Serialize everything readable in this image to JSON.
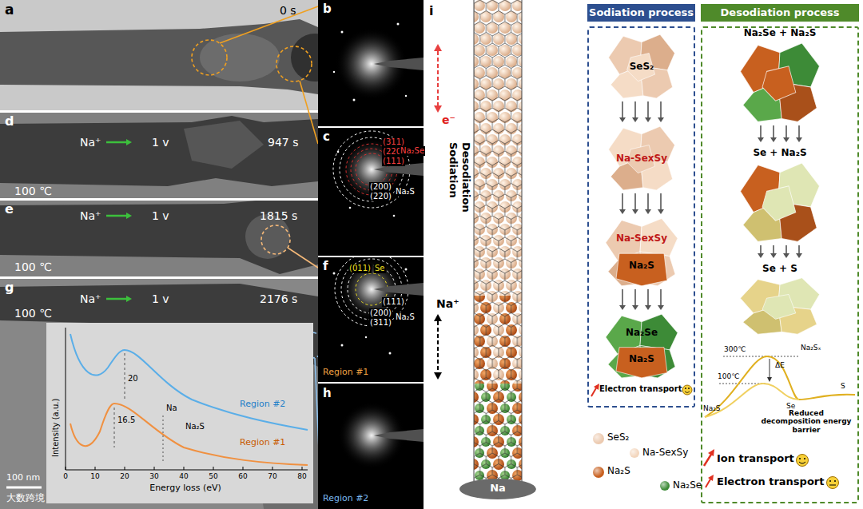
{
  "diagram": {
    "nodes": [
      {
        "text": [
          "Sodiation process"
        ]
      },
      {
        "text": [
          "SeS₂"
        ],
        "in": 0
      },
      {
        "text": [
          "Na-SexSy"
        ],
        "in": 0
      },
      {
        "text": [
          "Na-SexSy",
          "Na₂S"
        ],
        "in": 0
      },
      {
        "text": [
          "Na₂Se",
          "Na₂S"
        ],
        "in": 0
      },
      {
        "text": [
          "Desodiation process"
        ]
      },
      {
        "text": [
          "Na₂Se + Na₂S"
        ],
        "in": 5
      },
      {
        "text": [
          "Se + Na₂S"
        ],
        "in": 5
      },
      {
        "text": [
          "Se + S"
        ],
        "in": 5
      }
    ],
    "edges": [
      {
        "from": 1,
        "to": 2,
        "arrow": "to"
      },
      {
        "from": 2,
        "to": 3,
        "arrow": "to"
      },
      {
        "from": 3,
        "to": 4,
        "arrow": "to"
      },
      {
        "from": 6,
        "to": 7,
        "arrow": "to"
      },
      {
        "from": 7,
        "to": 8,
        "arrow": "to"
      }
    ],
    "labels": [
      "a",
      "0 s",
      "d",
      "Na⁺",
      "1 v",
      "947 s",
      "100 ℃",
      "e",
      "Na⁺",
      "1 v",
      "1815 s",
      "100 ℃",
      "g",
      "Na⁺",
      "1 v",
      "2176 s",
      "100 ℃",
      "Intensity (a.u.)",
      "0",
      "10",
      "20",
      "30",
      "40",
      "50",
      "60",
      "70",
      "80",
      "Energy loss (eV)",
      "20",
      "16.5",
      "Na",
      "Na₂S",
      "Region #2",
      "Region #1",
      "100 nm",
      "大数跨境",
      "b",
      "c",
      "(311)",
      "(220)",
      "(111)",
      "Na₂Se",
      "(200)",
      "(220)",
      "Na₂S",
      "f",
      "(011)",
      "Se",
      "(111)",
      "(200)",
      "(311)",
      "Na₂S",
      "Region #1",
      "h",
      "Region #2",
      "i",
      "e⁻",
      "Sodiation",
      "Desodiation",
      "Na⁺",
      "Na",
      "Electron transport",
      "300℃",
      "Na₂Sₓ",
      "100℃",
      "ΔE",
      "Se",
      "S",
      "Na₂S",
      "Reduced decomposition energy barrier",
      "Ion transport",
      "Electron transport"
    ],
    "legend": [
      {
        "text": "SeS₂",
        "color": "#eccab0"
      },
      {
        "text": "Na-SexSy",
        "color": "#f3d6bd"
      },
      {
        "text": "Na₂S",
        "color": "#c8601f"
      },
      {
        "text": "Na₂Se",
        "color": "#3d8b37"
      }
    ]
  }
}
